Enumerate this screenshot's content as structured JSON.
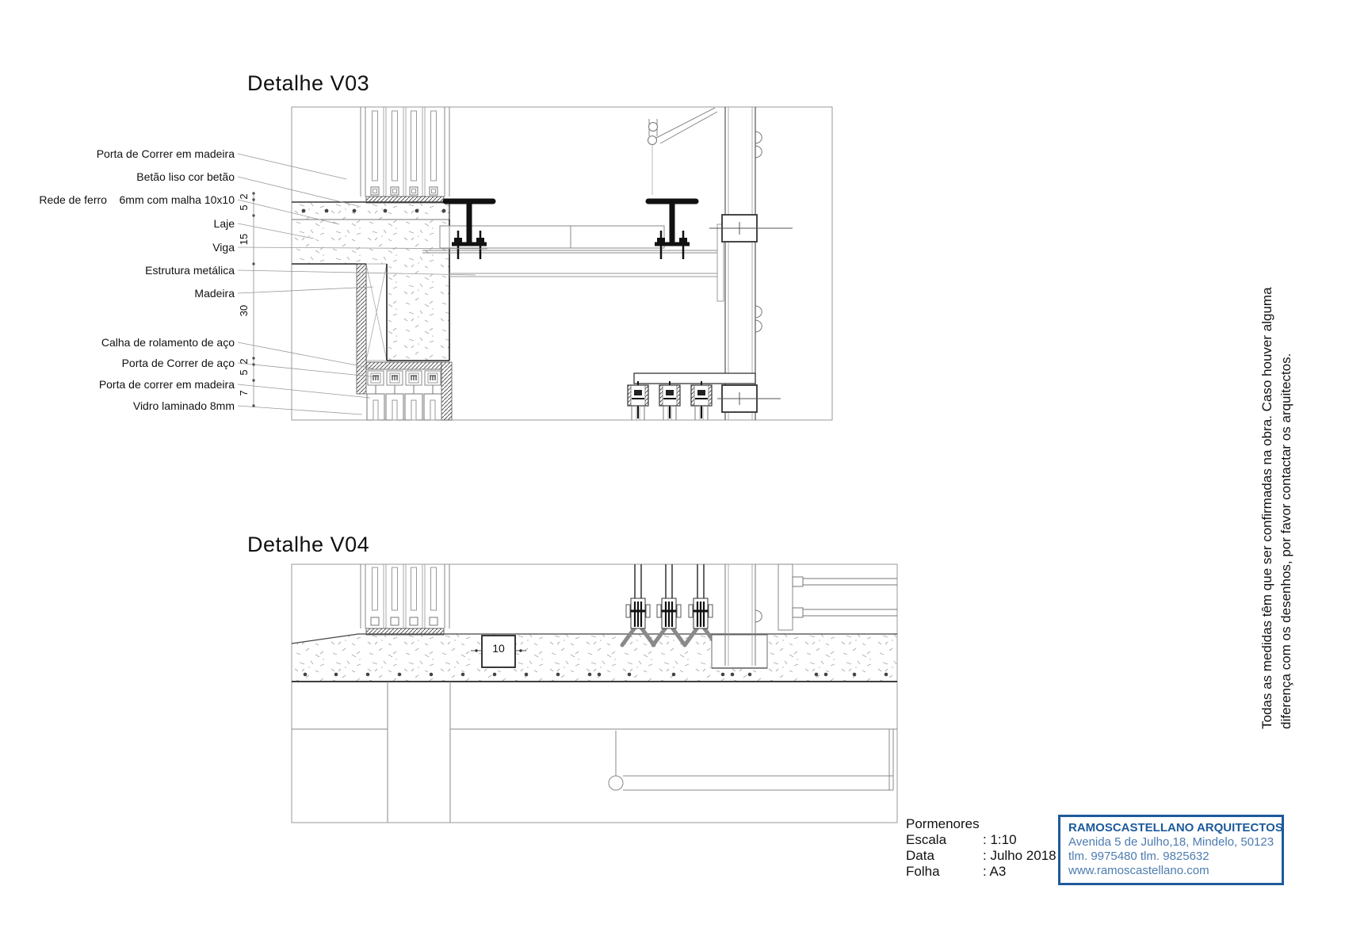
{
  "sheet": {
    "title_v03": "Detalhe V03",
    "title_v04": "Detalhe V04",
    "note_line1": "Todas as medidas têm que ser confirmadas na obra. Caso houver alguma",
    "note_line2": "diferença com os desenhos, por favor contactar os arquitectos."
  },
  "v03": {
    "labels": [
      "Porta de Correr em madeira",
      "Betão liso cor betão",
      "Rede de ferro    6mm com malha 10x10",
      "Laje",
      "Viga",
      "Estrutura metálica",
      "Madeira",
      "Calha de rolamento de aço",
      "Porta de Correr de aço",
      "Porta de correr em madeira",
      "Vidro laminado 8mm"
    ],
    "dims": [
      "2",
      "5",
      "15",
      "30",
      "2",
      "5",
      "7"
    ]
  },
  "v04": {
    "channel_width": "10"
  },
  "info": {
    "title": "Pormenores",
    "rows": [
      {
        "label": "Escala",
        "value": ": 1:10"
      },
      {
        "label": "Data",
        "value": ": Julho 2018"
      },
      {
        "label": "Folha",
        "value": ": A3"
      }
    ]
  },
  "firm": {
    "name": "RAMOSCASTELLANO ARQUITECTOS",
    "address": "Avenida 5 de Julho,18, Mindelo, 50123",
    "phones": "tlm. 9975480 tlm. 9825632",
    "website": "www.ramoscastellano.com",
    "accent": "#1d5a9b"
  }
}
